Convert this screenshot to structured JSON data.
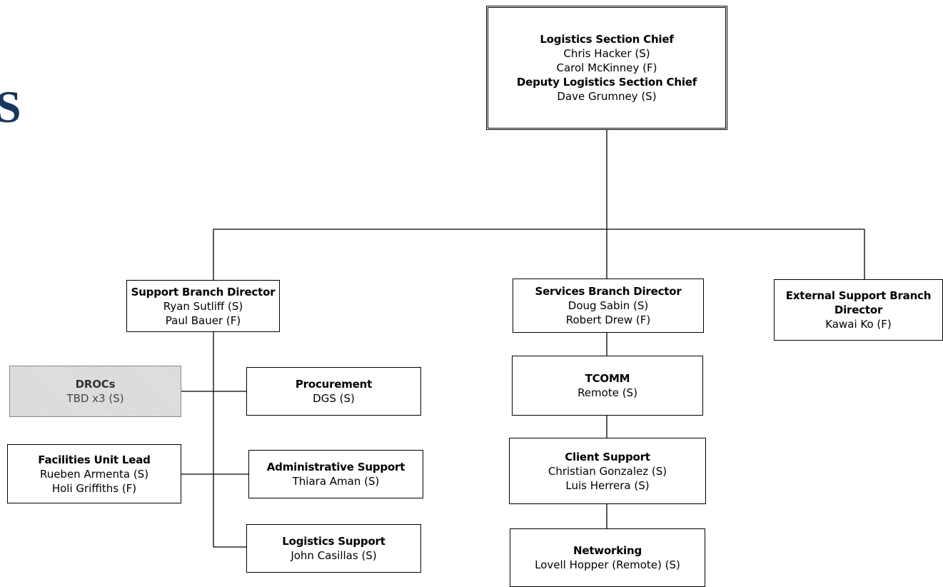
{
  "logo": {
    "fragment": "S"
  },
  "chief": {
    "title": "Logistics Section Chief",
    "people": [
      "Chris Hacker (S)",
      "Carol McKinney (F)"
    ],
    "deputy_title": "Deputy Logistics Section Chief",
    "deputy_people": [
      "Dave Grumney (S)"
    ]
  },
  "support_branch": {
    "title": "Support Branch Director",
    "people": [
      "Ryan Sutliff (S)",
      "Paul Bauer (F)"
    ]
  },
  "services_branch": {
    "title": "Services Branch Director",
    "people": [
      "Doug Sabin (S)",
      "Robert Drew (F)"
    ]
  },
  "external_branch": {
    "title": "External Support Branch Director",
    "people": [
      "Kawai Ko (F)"
    ]
  },
  "drocs": {
    "title": "DROCs",
    "people": [
      "TBD x3 (S)"
    ]
  },
  "facilities": {
    "title": "Facilities Unit Lead",
    "people": [
      "Rueben Armenta (S)",
      "Holi Griffiths (F)"
    ]
  },
  "procurement": {
    "title": "Procurement",
    "people": [
      "DGS (S)"
    ]
  },
  "admin_support": {
    "title": "Administrative Support",
    "people": [
      "Thiara Aman (S)"
    ]
  },
  "logistics_support": {
    "title": "Logistics Support",
    "people": [
      "John Casillas (S)"
    ]
  },
  "tcomm": {
    "title": "TCOMM",
    "people": [
      "Remote (S)"
    ]
  },
  "client_support": {
    "title": "Client Support",
    "people": [
      "Christian Gonzalez (S)",
      "Luis Herrera (S)"
    ]
  },
  "networking": {
    "title": "Networking",
    "people": [
      "Lovell Hopper (Remote) (S)"
    ]
  }
}
